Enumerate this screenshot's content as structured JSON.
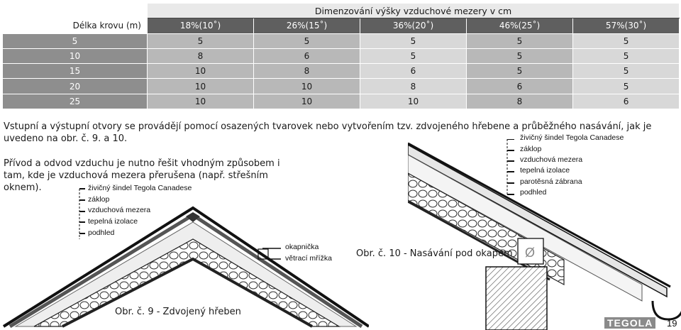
{
  "table": {
    "title": "Dimenzování výšky vzduchové mezery v cm",
    "header": [
      "Délka krovu (m)",
      "18%(10˚)",
      "26%(15˚)",
      "36%(20˚)",
      "46%(25˚)",
      "57%(30˚)"
    ],
    "rows": [
      [
        "5",
        "5",
        "5",
        "5",
        "5",
        "5"
      ],
      [
        "10",
        "8",
        "6",
        "5",
        "5",
        "5"
      ],
      [
        "15",
        "10",
        "8",
        "6",
        "5",
        "5"
      ],
      [
        "20",
        "10",
        "10",
        "8",
        "6",
        "5"
      ],
      [
        "25",
        "10",
        "10",
        "10",
        "8",
        "6"
      ]
    ]
  },
  "para1": "Vstupní a výstupní otvory se provádějí pomocí osazených tvarovek nebo vytvořením tzv. zdvojeného hřebene a průběžného nasávání, jak je uvedeno na obr. č. 9. a 10.",
  "para2": "Přívod a odvod vzduchu je nutno řešit vhodným způsobem i tam, kde je vzduchová mezera přerušena (např. střešním oknem).",
  "fig9": {
    "labels": [
      "živičný šindel Tegola Canadese",
      "záklop",
      "vzduchová mezera",
      "tepelná izolace",
      "podhled"
    ],
    "eave_labels": [
      "okapnička",
      "větrací mřížka"
    ],
    "caption": "Obr. č. 9 - Zdvojený hřeben"
  },
  "fig10": {
    "labels": [
      "živičný šindel Tegola Canadese",
      "záklop",
      "vzduchová mezera",
      "tepelná izolace",
      "parotěsná zábrana",
      "podhled"
    ],
    "caption": "Obr. č. 10 -  Nasávání pod okapem"
  },
  "footer": {
    "brand": "TEGOLA",
    "page": "19"
  }
}
